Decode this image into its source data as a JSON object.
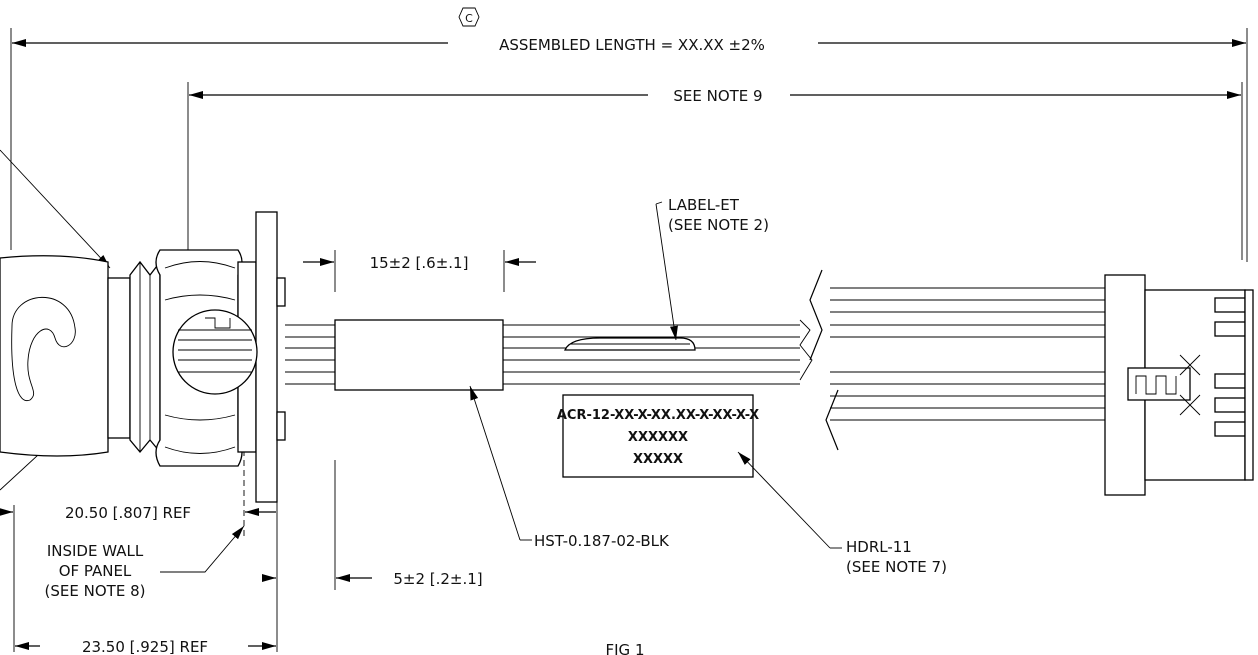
{
  "dimensions": {
    "revision_symbol": "C",
    "assembled_length": "ASSEMBLED LENGTH = XX.XX ±2%",
    "see_note_9": "SEE NOTE 9",
    "sleeve_length": "15±2 [.6±.1]",
    "sleeve_offset": "5±2 [.2±.1]",
    "ref_20_50": "20.50 [.807]  REF",
    "ref_23_50": "23.50 [.925]  REF"
  },
  "callouts": {
    "label_et_line1": "LABEL-ET",
    "label_et_line2": "(SEE NOTE 2)",
    "panel_line1": "INSIDE WALL",
    "panel_line2": "OF PANEL",
    "panel_line3": "(SEE NOTE 8)",
    "hst": "HST-0.187-02-BLK",
    "hdrl_line1": "HDRL-11",
    "hdrl_line2": "(SEE NOTE 7)"
  },
  "label": {
    "line1": "ACR-12-XX-X-XX.XX-X-XX-X-X",
    "line2": "XXXXXX",
    "line3": "XXXXX"
  },
  "figure": {
    "caption": "FIG 1"
  }
}
